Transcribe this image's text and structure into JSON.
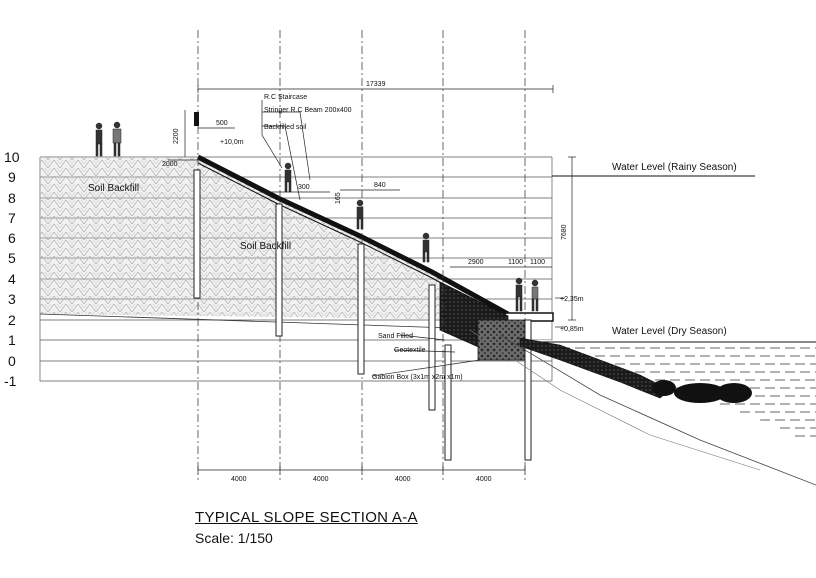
{
  "title": "TYPICAL SLOPE SECTION A-A",
  "scale": "Scale: 1/150",
  "elevations": [
    "10",
    "9",
    "8",
    "7",
    "6",
    "5",
    "4",
    "3",
    "2",
    "1",
    "0",
    "-1"
  ],
  "water_levels": {
    "rainy": "Water Level (Rainy Season)",
    "dry": "Water Level (Dry Season)"
  },
  "labels": {
    "soil_backfill_left": "Soil Backfill",
    "soil_backfill_mid": "Soil Backfill",
    "rc_staircase": "R.C Staircase",
    "stringer": "Stringer R.C Beam 200x400",
    "backfilled_soil": "Backfilled soil",
    "sand_filled": "Sand Filled",
    "geotextile": "Geotextile",
    "gabion": "Gabion Box (3x1m x2m x1m)"
  },
  "dimensions": {
    "total_width": "17339",
    "top_2200": "2200",
    "top_500": "500",
    "elev_top": "+10,0m",
    "left_small": "2000",
    "step_300": "300",
    "step_165": "165",
    "step_840": "840",
    "height_7680": "7680",
    "w_2900": "2900",
    "w_1100a": "1100",
    "w_1100b": "1100",
    "elev_235": "+2,35m",
    "elev_085": "+0,85m",
    "spacing": [
      "4000",
      "4000",
      "4000",
      "4000"
    ]
  }
}
